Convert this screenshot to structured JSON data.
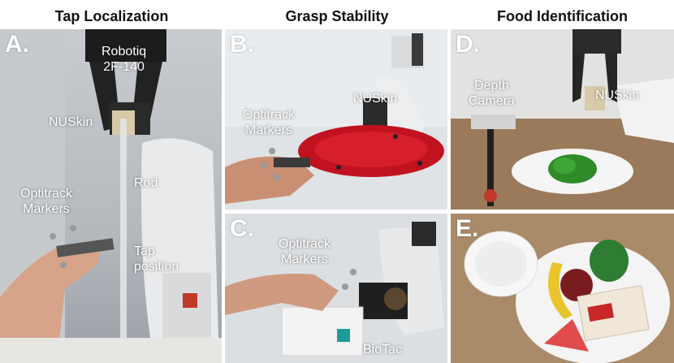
{
  "titles": {
    "tap": "Tap Localization",
    "grasp": "Grasp Stability",
    "food": "Food Identification"
  },
  "panels": {
    "a": {
      "label": "A.",
      "gripper_l1": "Robotiq",
      "gripper_l2": "2F-140",
      "nuskin": "NUSkin",
      "rod": "Rod",
      "markers_l1": "Optitrack",
      "markers_l2": "Markers",
      "tap_l1": "Tap",
      "tap_l2": "position"
    },
    "b": {
      "label": "B.",
      "markers_l1": "Optitrack",
      "markers_l2": "Markers",
      "nuskin": "NUSkin"
    },
    "c": {
      "label": "C.",
      "markers_l1": "Optitrack",
      "markers_l2": "Markers",
      "biotac": "BioTac"
    },
    "d": {
      "label": "D.",
      "depth_l1": "Depth",
      "depth_l2": "Camera",
      "nuskin": "NUSkin"
    },
    "e": {
      "label": "E."
    }
  }
}
